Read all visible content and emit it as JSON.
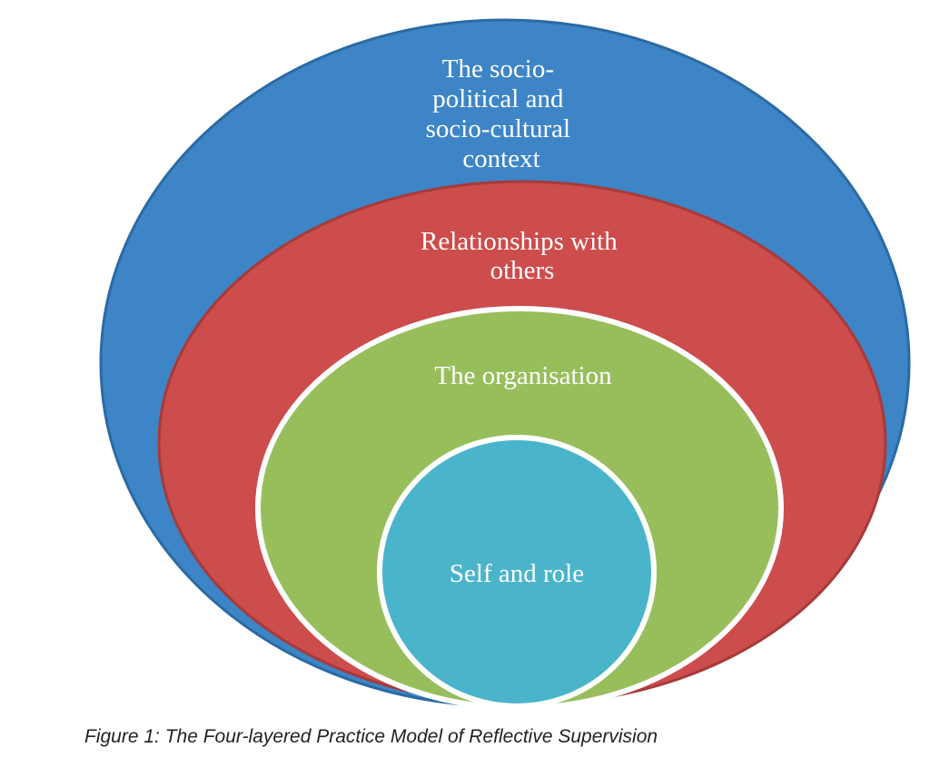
{
  "layers": [
    {
      "id": "outer",
      "lines": [
        "The socio-",
        "political and",
        "socio-cultural",
        "context"
      ],
      "fill": "#3D85C6",
      "stroke": "#2B6AA3"
    },
    {
      "id": "relationships",
      "lines": [
        "Relationships with",
        "others"
      ],
      "fill": "#CD4C4C",
      "stroke": "#A73A3A"
    },
    {
      "id": "organisation",
      "lines": [
        "The organisation"
      ],
      "fill": "#98BE5C",
      "stroke": "#FFFFFF"
    },
    {
      "id": "self",
      "lines": [
        "Self and role"
      ],
      "fill": "#4AB4CB",
      "stroke": "#FFFFFF"
    }
  ],
  "caption": "Figure 1: The Four-layered Practice Model of Reflective Supervision"
}
